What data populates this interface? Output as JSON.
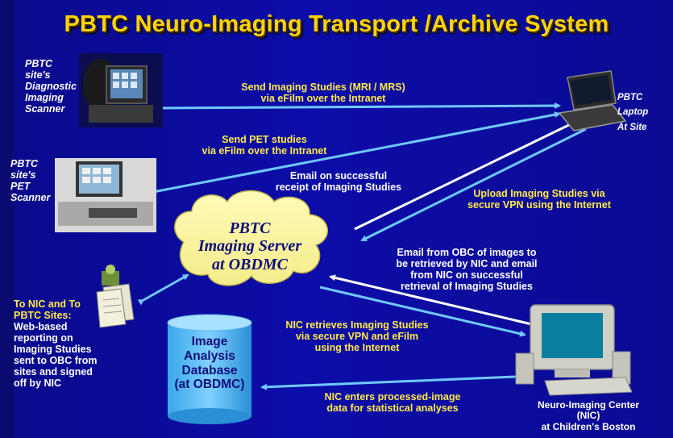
{
  "title": "PBTC Neuro-Imaging Transport /Archive System",
  "nodes": {
    "diagnostic_scanner": "PBTC\nsite's\nDiagnostic\nImaging\nScanner",
    "pet_scanner": "PBTC\nsite's\nPET\nScanner",
    "laptop": "PBTC Laptop\nAt Site",
    "server": "PBTC\nImaging Server\nat OBDMC",
    "database": "Image\nAnalysis\nDatabase\n(at OBDMC)",
    "nic": "Neuro-Imaging Center\n(NIC)\nat Children's Boston",
    "reporting_heading": "To NIC and To\nPBTC Sites:",
    "reporting_body": "Web-based\nreporting on\nImaging Studies\nsent to OBC from\nsites and signed\noff by NIC"
  },
  "edges": {
    "mri_to_laptop": "Send Imaging Studies (MRI / MRS)\nvia eFilm over the Intranet",
    "pet_to_laptop": "Send PET studies\nvia eFilm over the Intranet",
    "email_receipt": "Email on successful\nreceipt of Imaging Studies",
    "upload_vpn": "Upload Imaging Studies via\nsecure VPN using the Internet",
    "email_obc_nic": "Email from OBC of images to\nbe retrieved by NIC and email\nfrom NIC on successful\nretrieval of Imaging Studies",
    "nic_retrieves": "NIC retrieves Imaging Studies\nvia secure VPN and eFilm\nusing the Internet",
    "nic_enters": "NIC enters processed-image\ndata for statistical analyses"
  }
}
